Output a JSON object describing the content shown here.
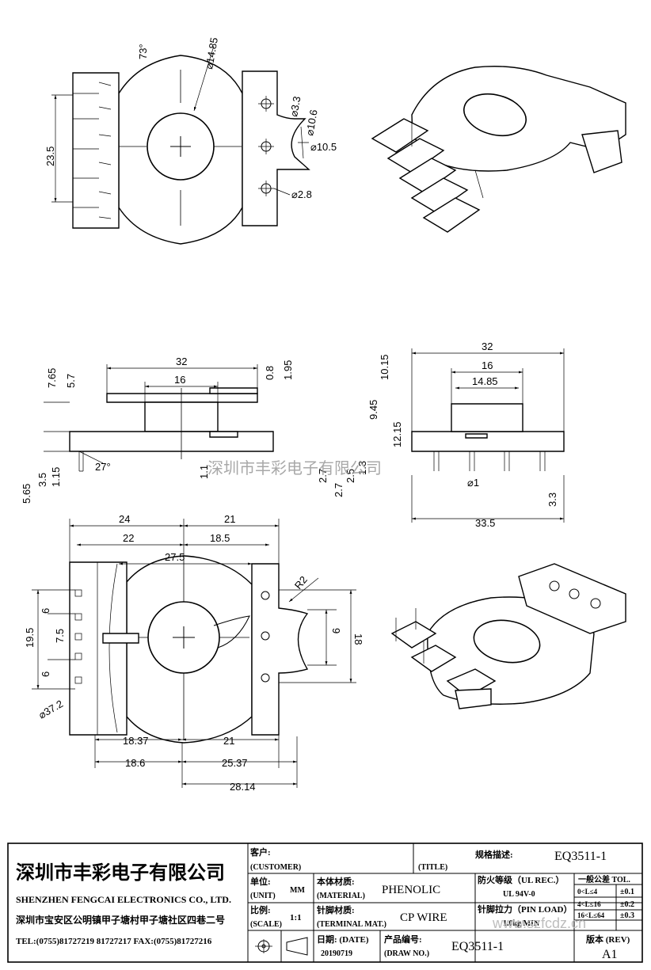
{
  "top_view": {
    "dims": [
      "73°",
      "⌀14.85",
      "⌀3.3",
      "⌀10.6",
      "⌀10.5",
      "23.5",
      "⌀2.8"
    ]
  },
  "side_view": {
    "dims": [
      "32",
      "16",
      "7.65",
      "5.7",
      "0.8",
      "1.95",
      "10.15",
      "9.45",
      "12.15",
      "1.1",
      "2.7",
      "2.7",
      "2.5",
      "1.3",
      "5.65",
      "3.5",
      "1.15",
      "27°"
    ]
  },
  "front_view": {
    "dims": [
      "32",
      "16",
      "14.85",
      "⌀1",
      "3.3",
      "33.5"
    ]
  },
  "bottom_view": {
    "dims": [
      "24",
      "21",
      "22",
      "18.5",
      "27.5",
      "R2",
      "6",
      "19.5",
      "7.5",
      "6",
      "9",
      "18",
      "⌀37.2",
      "18.37",
      "21",
      "18.6",
      "25.37",
      "28.14"
    ]
  },
  "watermark": "深圳市丰彩电子有限公司",
  "watermark2": "www.szfcdz.cn",
  "title_block": {
    "company_cn": "深圳市丰彩电子有限公司",
    "company_en": "SHENZHEN FENGCAI ELECTRONICS CO., LTD.",
    "address": "深圳市宝安区公明镇甲子塘村甲子塘社区四巷二号",
    "phones": "TEL:(0755)81727219  81727217    FAX:(0755)81727216",
    "customer_label_cn": "客户:",
    "customer_label_en": "(CUSTOMER)",
    "title_label_cn": "规格描述:",
    "title_label_en": "(TITLE)",
    "title_value": "EQ3511-1",
    "unit_label_cn": "单位:",
    "unit_label_en": "(UNIT)",
    "unit_value": "MM",
    "material_label_cn": "本体材质:",
    "material_label_en": "(MATERIAL)",
    "material_value": "PHENOLIC",
    "ul_label_cn": "防火等级（UL REC.）",
    "ul_value": "UL 94V-0",
    "tol_label": "一般公差 TOL.",
    "tol_rows": [
      {
        "range": "0<L≤4",
        "value": "±0.1"
      },
      {
        "range": "4<L≤16",
        "value": "±0.2"
      },
      {
        "range": "16<L≤64",
        "value": "±0.3"
      }
    ],
    "scale_label_cn": "比例:",
    "scale_label_en": "(SCALE)",
    "scale_value": "1:1",
    "terminal_label_cn": "针脚材质:",
    "terminal_label_en": "(TERMINAL MAT.)",
    "terminal_value": "CP WIRE",
    "pinload_label": "针脚拉力（PIN LOAD）",
    "pinload_value": "1.0kg MIN",
    "date_label_cn": "日期:  (DATE)",
    "date_value": "20190719",
    "drawno_label_cn": "产品编号:",
    "drawno_label_en": "(DRAW NO.)",
    "drawno_value": "EQ3511-1",
    "rev_label": "版本 (REV)",
    "rev_value": "A1"
  }
}
